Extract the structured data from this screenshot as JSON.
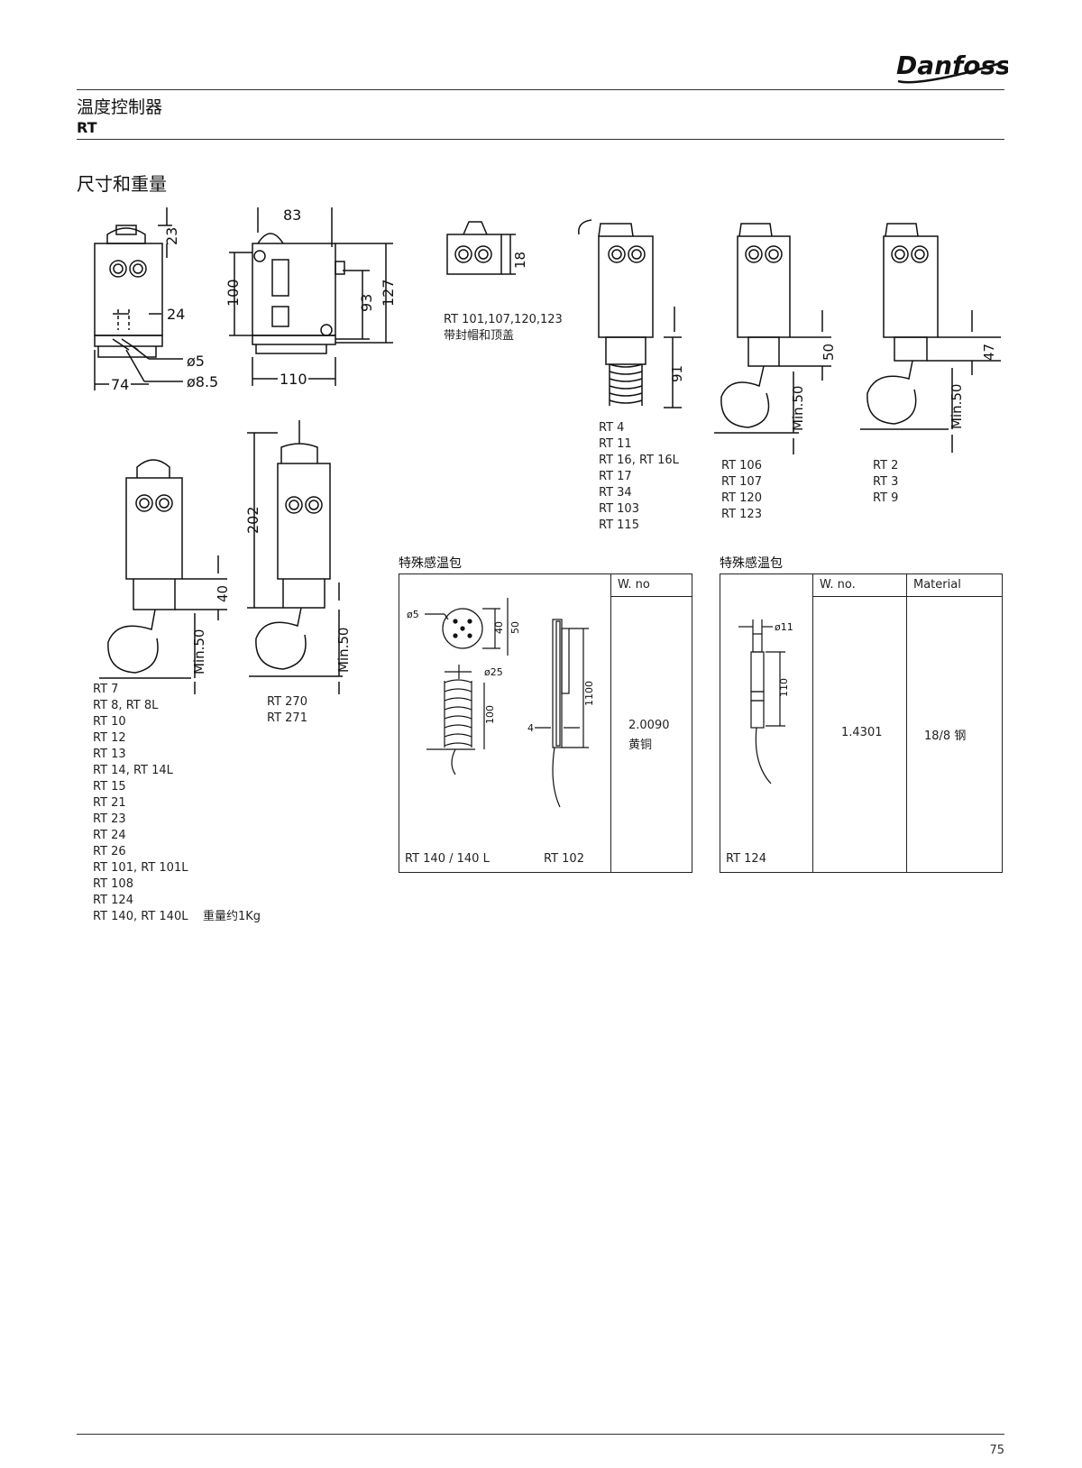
{
  "header": {
    "logo": "Danfoss",
    "title": "温度控制器",
    "subtitle": "RT"
  },
  "section_title": "尺寸和重量",
  "dimensions": {
    "d23": "23",
    "d83": "83",
    "d24": "24",
    "d100": "100",
    "d93": "93",
    "d127": "127",
    "d5": "ø5",
    "d85": "ø8.5",
    "d74": "74",
    "d110": "110",
    "d18": "18",
    "d91": "91",
    "d50": "50",
    "dmin50": "Min.50",
    "d47": "47",
    "d202": "202",
    "d40": "40"
  },
  "cap_model": {
    "models": "RT  101,107,120,123",
    "note": "带封帽和顶盖"
  },
  "list_rt4": [
    "RT 4",
    "RT 11",
    "RT 16, RT 16L",
    "RT 17",
    "RT 34",
    "RT 103",
    "RT 115"
  ],
  "list_rt106": [
    "RT 106",
    "RT 107",
    "RT 120",
    "RT 123"
  ],
  "list_rt2": [
    "RT 2",
    "RT 3",
    "RT 9"
  ],
  "list_rt7": [
    "RT  7",
    "RT 8, RT 8L",
    "RT 10",
    "RT 12",
    "RT 13",
    "RT 14, RT 14L",
    "RT 15",
    "RT 21",
    "RT 23",
    "RT 24",
    "RT 26",
    "RT 101, RT 101L",
    "RT 108",
    "RT 124"
  ],
  "list_rt7_last": "RT 140, RT 140L",
  "weight": "重量约1Kg",
  "list_rt270": [
    "RT 270",
    "RT 271"
  ],
  "bulb_table_1": {
    "caption": "特殊感温包",
    "header": "W. no",
    "value": "2.0090",
    "material": "黄铜",
    "model_a": "RT 140 / 140 L",
    "model_b": "RT 102",
    "dims": {
      "d5": "ø5",
      "d40": "40",
      "d50": "50",
      "d25": "ø25",
      "d100": "100",
      "d1100": "1100",
      "d4": "4"
    }
  },
  "bulb_table_2": {
    "caption": "特殊感温包",
    "header_wno": "W. no.",
    "header_material": "Material",
    "value": "1.4301",
    "material": "18/8 钢",
    "model": "RT 124",
    "dims": {
      "d11": "ø11",
      "d110": "110"
    }
  },
  "page_number": "75"
}
